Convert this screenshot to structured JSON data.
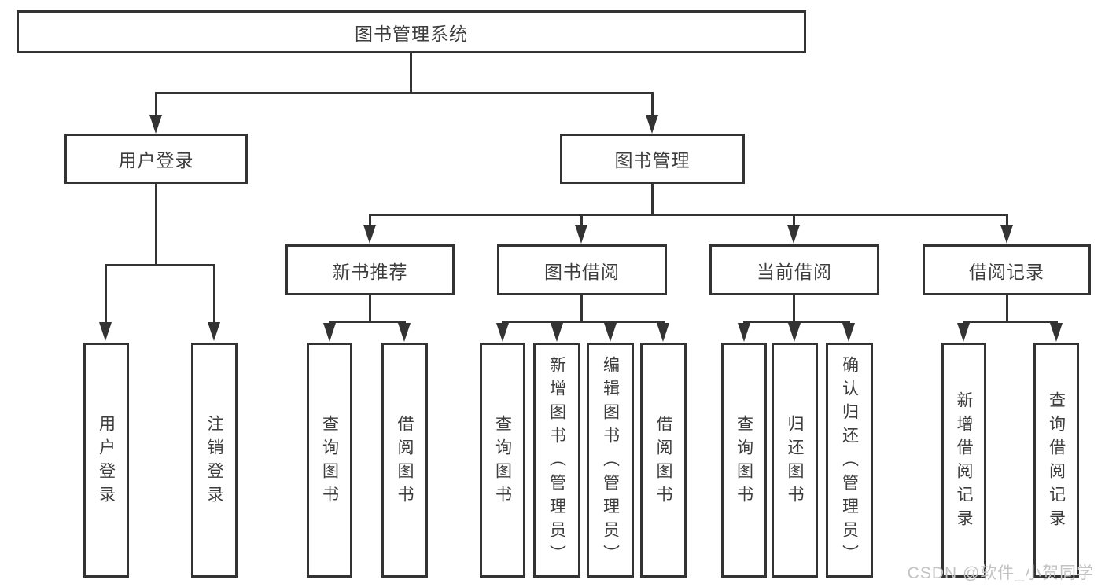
{
  "diagram": {
    "root": {
      "label": "图书管理系统"
    },
    "branches": [
      {
        "label": "用户登录",
        "children": [
          "用户登录",
          "注销登录"
        ]
      },
      {
        "label": "图书管理",
        "groups": [
          {
            "label": "新书推荐",
            "children": [
              "查询图书",
              "借阅图书"
            ]
          },
          {
            "label": "图书借阅",
            "children": [
              "查询图书",
              "新增图书（管理员）",
              "编辑图书（管理员）",
              "借阅图书"
            ]
          },
          {
            "label": "当前借阅",
            "children": [
              "查询图书",
              "归还图书",
              "确认归还（管理员）"
            ]
          },
          {
            "label": "借阅记录",
            "children": [
              "新增借阅记录",
              "查询借阅记录"
            ]
          }
        ]
      }
    ]
  },
  "watermark": "CSDN @软件_小贺同学",
  "colors": {
    "line": "#333333",
    "text": "#3d3d3d",
    "background": "#ffffff",
    "watermark": "#c3c3c3"
  }
}
